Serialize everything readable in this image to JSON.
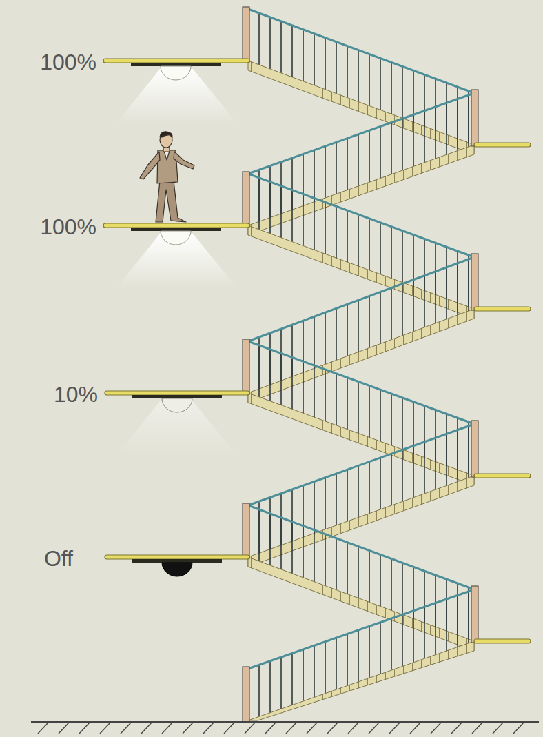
{
  "diagram": {
    "labels": [
      "100%",
      "100%",
      "10%",
      "Off"
    ]
  }
}
